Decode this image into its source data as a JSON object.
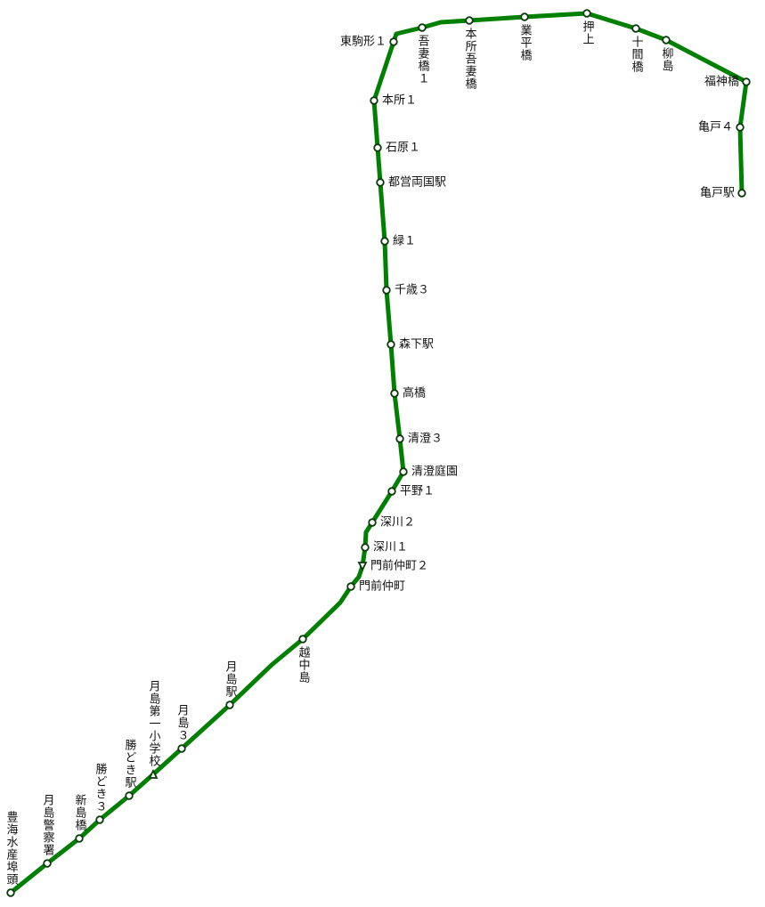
{
  "route": {
    "line_color": "#008000",
    "stops": [
      {
        "name": "亀戸駅",
        "marker": "circle"
      },
      {
        "name": "亀戸４",
        "marker": "circle"
      },
      {
        "name": "福神橋",
        "marker": "circle"
      },
      {
        "name": "柳島",
        "marker": "circle"
      },
      {
        "name": "十間橋",
        "marker": "circle"
      },
      {
        "name": "押上",
        "marker": "circle"
      },
      {
        "name": "業平橋",
        "marker": "circle"
      },
      {
        "name": "本所吾妻橋",
        "marker": "circle"
      },
      {
        "name": "吾妻橋１",
        "marker": "circle"
      },
      {
        "name": "東駒形１",
        "marker": "circle"
      },
      {
        "name": "本所１",
        "marker": "circle"
      },
      {
        "name": "石原１",
        "marker": "circle"
      },
      {
        "name": "都営両国駅",
        "marker": "circle"
      },
      {
        "name": "緑１",
        "marker": "circle"
      },
      {
        "name": "千歳３",
        "marker": "circle"
      },
      {
        "name": "森下駅",
        "marker": "circle"
      },
      {
        "name": "高橋",
        "marker": "circle"
      },
      {
        "name": "清澄３",
        "marker": "circle"
      },
      {
        "name": "清澄庭園",
        "marker": "circle"
      },
      {
        "name": "平野１",
        "marker": "circle"
      },
      {
        "name": "深川２",
        "marker": "circle"
      },
      {
        "name": "深川１",
        "marker": "circle"
      },
      {
        "name": "門前仲町２",
        "marker": "triangle"
      },
      {
        "name": "門前仲町",
        "marker": "circle"
      },
      {
        "name": "越中島",
        "marker": "circle"
      },
      {
        "name": "月島駅",
        "marker": "circle"
      },
      {
        "name": "月島３",
        "marker": "circle"
      },
      {
        "name": "月島第一小学校",
        "marker": "triangle"
      },
      {
        "name": "勝どき駅",
        "marker": "circle"
      },
      {
        "name": "勝どき３",
        "marker": "circle"
      },
      {
        "name": "新島橋",
        "marker": "circle"
      },
      {
        "name": "月島警察署",
        "marker": "circle"
      },
      {
        "name": "豊海水産埠頭",
        "marker": "circle"
      }
    ]
  }
}
